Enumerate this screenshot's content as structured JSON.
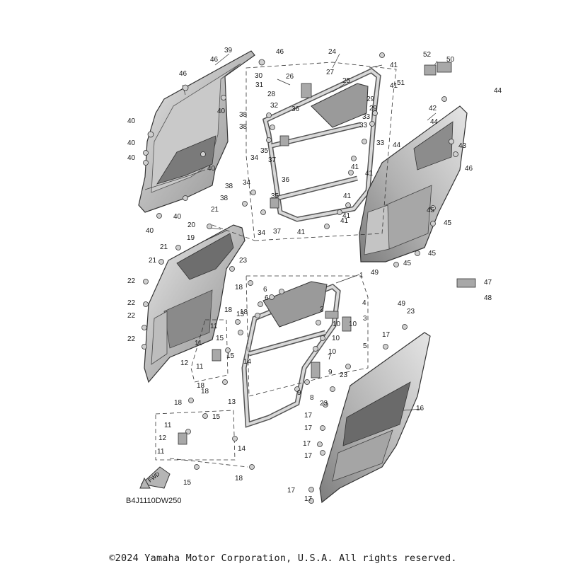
{
  "diagram_code": "B4J1110DW250",
  "copyright": "©2024 Yamaha Motor Corporation, U.S.A. All rights reserved.",
  "fwd_label": "FWD",
  "callouts": [
    "1",
    "2",
    "3",
    "4",
    "5",
    "6",
    "7",
    "8",
    "9",
    "10",
    "11",
    "12",
    "13",
    "14",
    "15",
    "16",
    "17",
    "18",
    "19",
    "20",
    "21",
    "22",
    "23",
    "24",
    "25",
    "26",
    "27",
    "28",
    "29",
    "30",
    "31",
    "32",
    "33",
    "34",
    "35",
    "36",
    "37",
    "38",
    "39",
    "40",
    "41",
    "42",
    "43",
    "44",
    "45",
    "46",
    "47",
    "48",
    "49",
    "50",
    "51",
    "52"
  ]
}
